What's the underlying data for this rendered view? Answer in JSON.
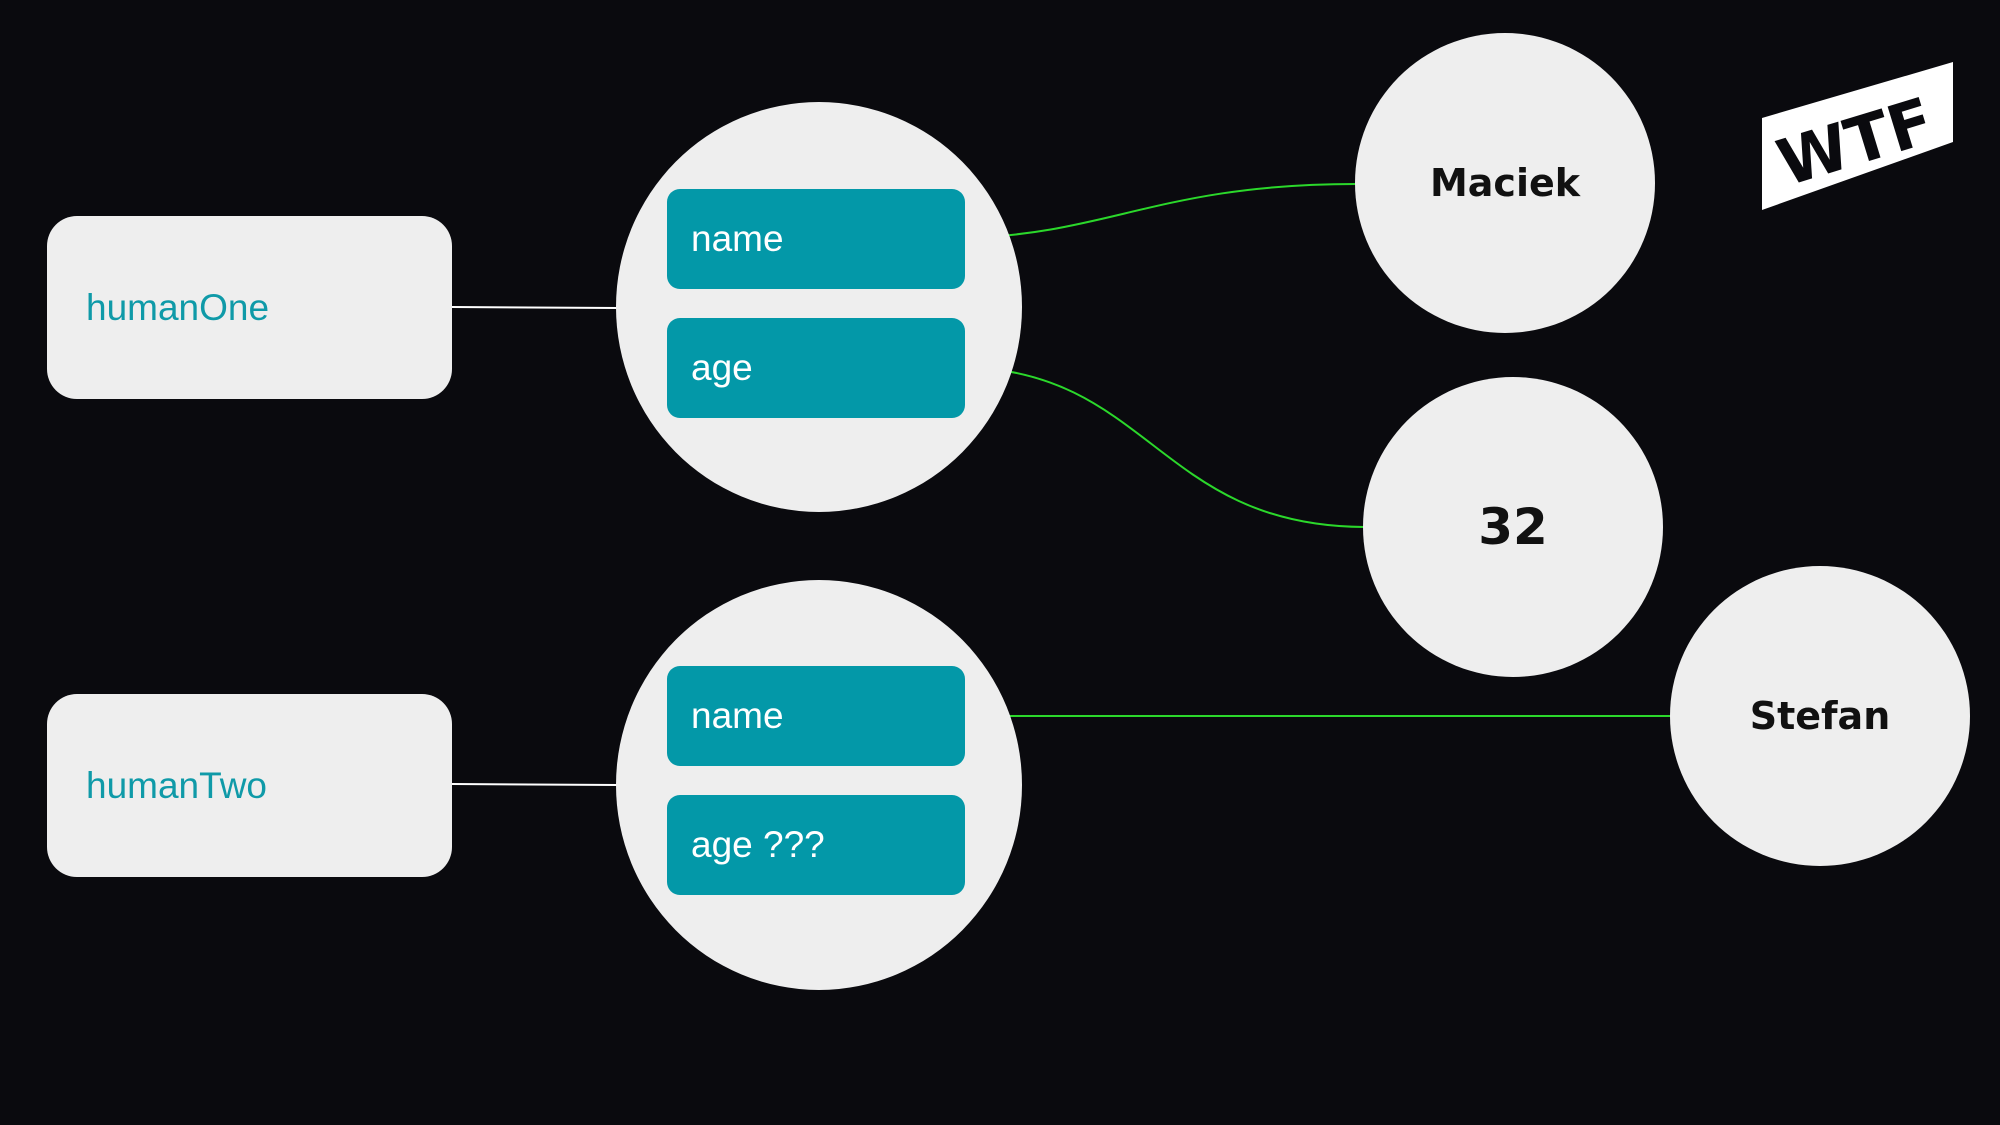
{
  "variables": [
    {
      "label": "humanOne"
    },
    {
      "label": "humanTwo"
    }
  ],
  "objects": [
    {
      "properties": [
        {
          "label": "name"
        },
        {
          "label": "age"
        }
      ]
    },
    {
      "properties": [
        {
          "label": "name"
        },
        {
          "label": "age ???"
        }
      ]
    }
  ],
  "values": [
    {
      "label": "Maciek"
    },
    {
      "label": "32"
    },
    {
      "label": "Stefan"
    }
  ],
  "logo": {
    "text": "WTF"
  },
  "colors": {
    "background": "#0a0a0e",
    "node_fill": "#eeeeee",
    "property_fill": "#0398a8",
    "variable_text": "#0f9aa8",
    "reference_link": "#ffffff",
    "value_link": "#22dd22"
  }
}
